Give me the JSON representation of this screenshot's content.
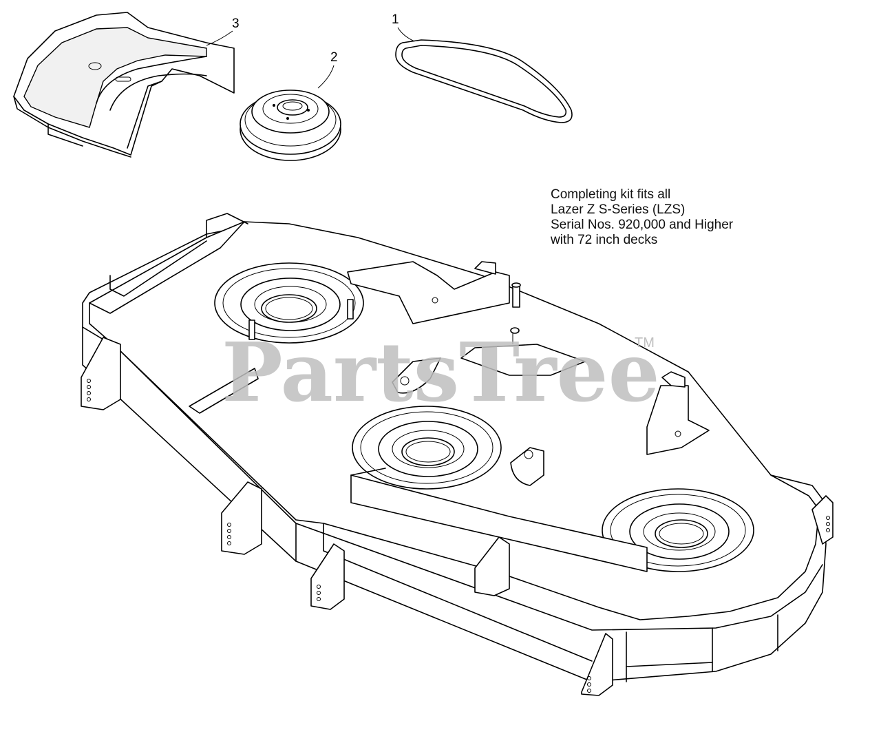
{
  "callouts": [
    {
      "id": "belt",
      "label": "1"
    },
    {
      "id": "pulley",
      "label": "2"
    },
    {
      "id": "cover",
      "label": "3"
    }
  ],
  "note": {
    "lines": [
      "Completing kit fits all",
      "Lazer Z S-Series (LZS)",
      "Serial Nos. 920,000 and Higher",
      "with 72 inch decks"
    ]
  },
  "watermark": {
    "text": "PartsTree",
    "tm": "TM"
  }
}
